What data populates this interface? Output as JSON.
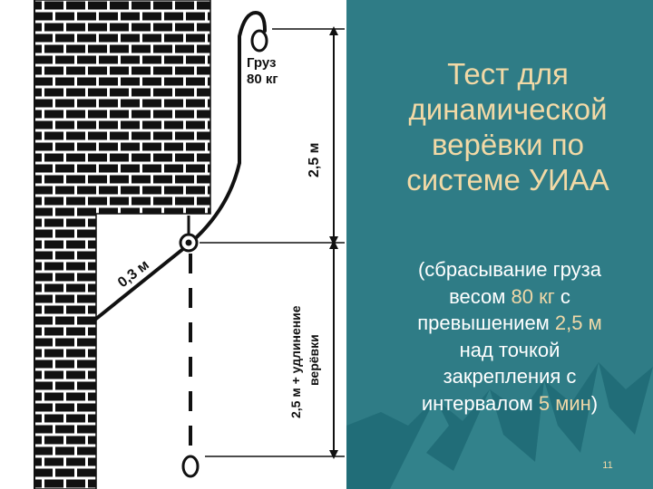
{
  "colors": {
    "background": "#2f7c86",
    "title": "#f2d9a6",
    "text": "#ffffff",
    "highlight": "#f0d8a8",
    "diagram_ink": "#111111"
  },
  "slide": {
    "title_lines": [
      "Тест для",
      "динамической",
      "верёвки по",
      "системе УИАА"
    ],
    "subtitle": {
      "l1": "(сбрасывание груза",
      "l2a": "весом ",
      "l2b": "80 кг",
      "l2c": " с",
      "l3a": "превышением ",
      "l3b": "2,5 м",
      "l4": "над точкой",
      "l5": "закрепления с",
      "l6a": "интервалом ",
      "l6b": "5 мин",
      "l6c": ")"
    },
    "page_number": "11"
  },
  "diagram": {
    "weight_label_line1": "Груз",
    "weight_label_line2": "80 кг",
    "top_height_label": "2,5 м",
    "offset_label": "0,3 м",
    "bottom_label_line1": "2,5 м + удлинение",
    "bottom_label_line2": "верёвки"
  }
}
